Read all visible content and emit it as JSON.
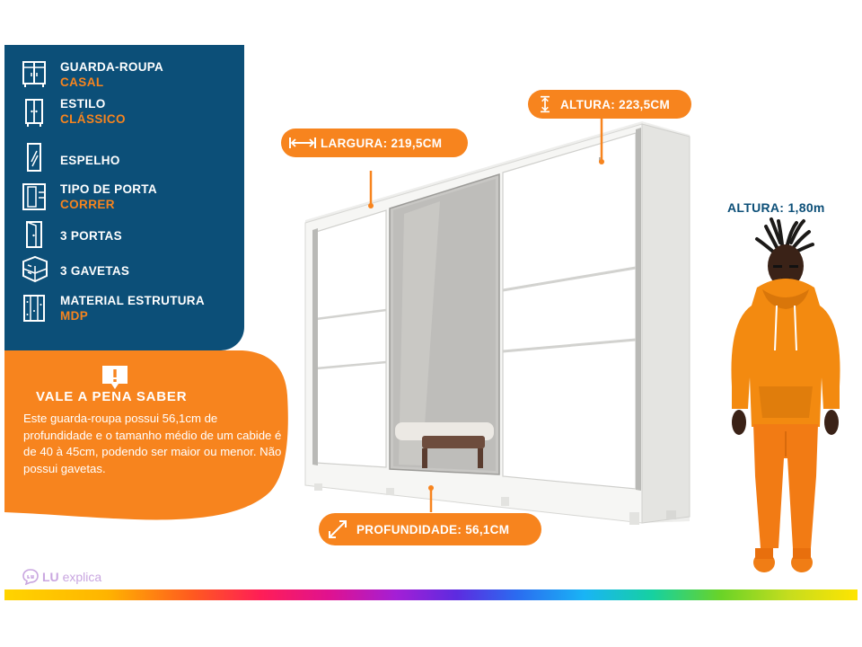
{
  "specs": [
    {
      "label": "GUARDA-ROUPA",
      "value": "CASAL",
      "icon": "wardrobe-icon"
    },
    {
      "label": "ESTILO",
      "value": "CLÁSSICO",
      "icon": "style-cabinet-icon"
    },
    {
      "label": "ESPELHO",
      "value": "",
      "icon": "mirror-icon"
    },
    {
      "label": "TIPO DE PORTA",
      "value": "CORRER",
      "icon": "sliding-door-icon"
    },
    {
      "label": "3  PORTAS",
      "value": "",
      "icon": "door-icon"
    },
    {
      "label": "3 GAVETAS",
      "value": "",
      "icon": "drawers-icon"
    },
    {
      "label": "MATERIAL ESTRUTURA",
      "value": "MDP",
      "icon": "wood-panel-icon"
    }
  ],
  "info": {
    "title": "VALE A PENA SABER",
    "body": "Este guarda-roupa possui 56,1cm de profundidade e o tamanho médio de um cabide é de 40 à 45cm, podendo ser maior ou menor. Não possui gavetas.",
    "icon": "alert-icon"
  },
  "dimensions": {
    "altura": "ALTURA: 223,5CM",
    "largura": "LARGURA: 219,5CM",
    "profundidade": "PROFUNDIDADE: 56,1CM"
  },
  "person": {
    "caption": "ALTURA: 1,80m"
  },
  "footer": {
    "logo_bold": "LU",
    "logo_rest": "explica"
  },
  "colors": {
    "blue": "#0c4f78",
    "orange": "#f7841e",
    "white": "#ffffff"
  }
}
